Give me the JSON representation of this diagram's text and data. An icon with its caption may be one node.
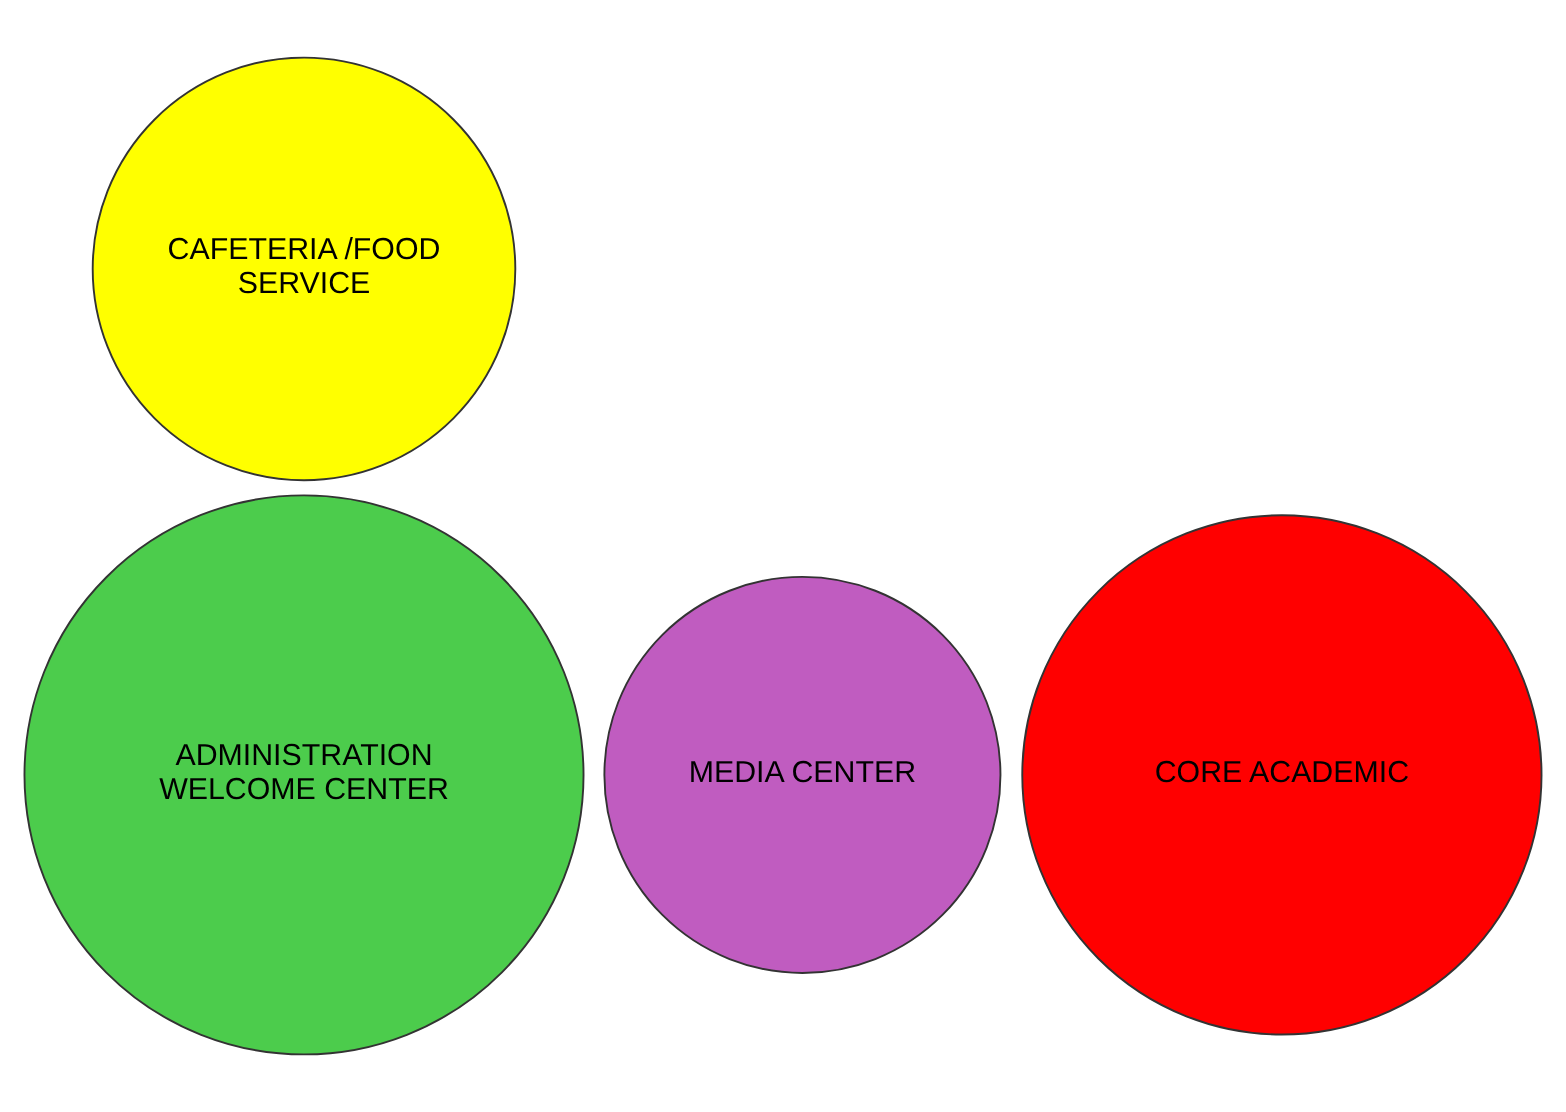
{
  "diagram": {
    "nodes": [
      {
        "text": [
          "CAFETERIA /FOOD SERVICE"
        ]
      },
      {
        "text": [
          "CORE ACADEMIC"
        ]
      },
      {
        "text": [
          "MEDIA CENTER"
        ]
      },
      {
        "text": [
          "ADMINISTRATION WELCOME CENTER"
        ]
      }
    ]
  }
}
